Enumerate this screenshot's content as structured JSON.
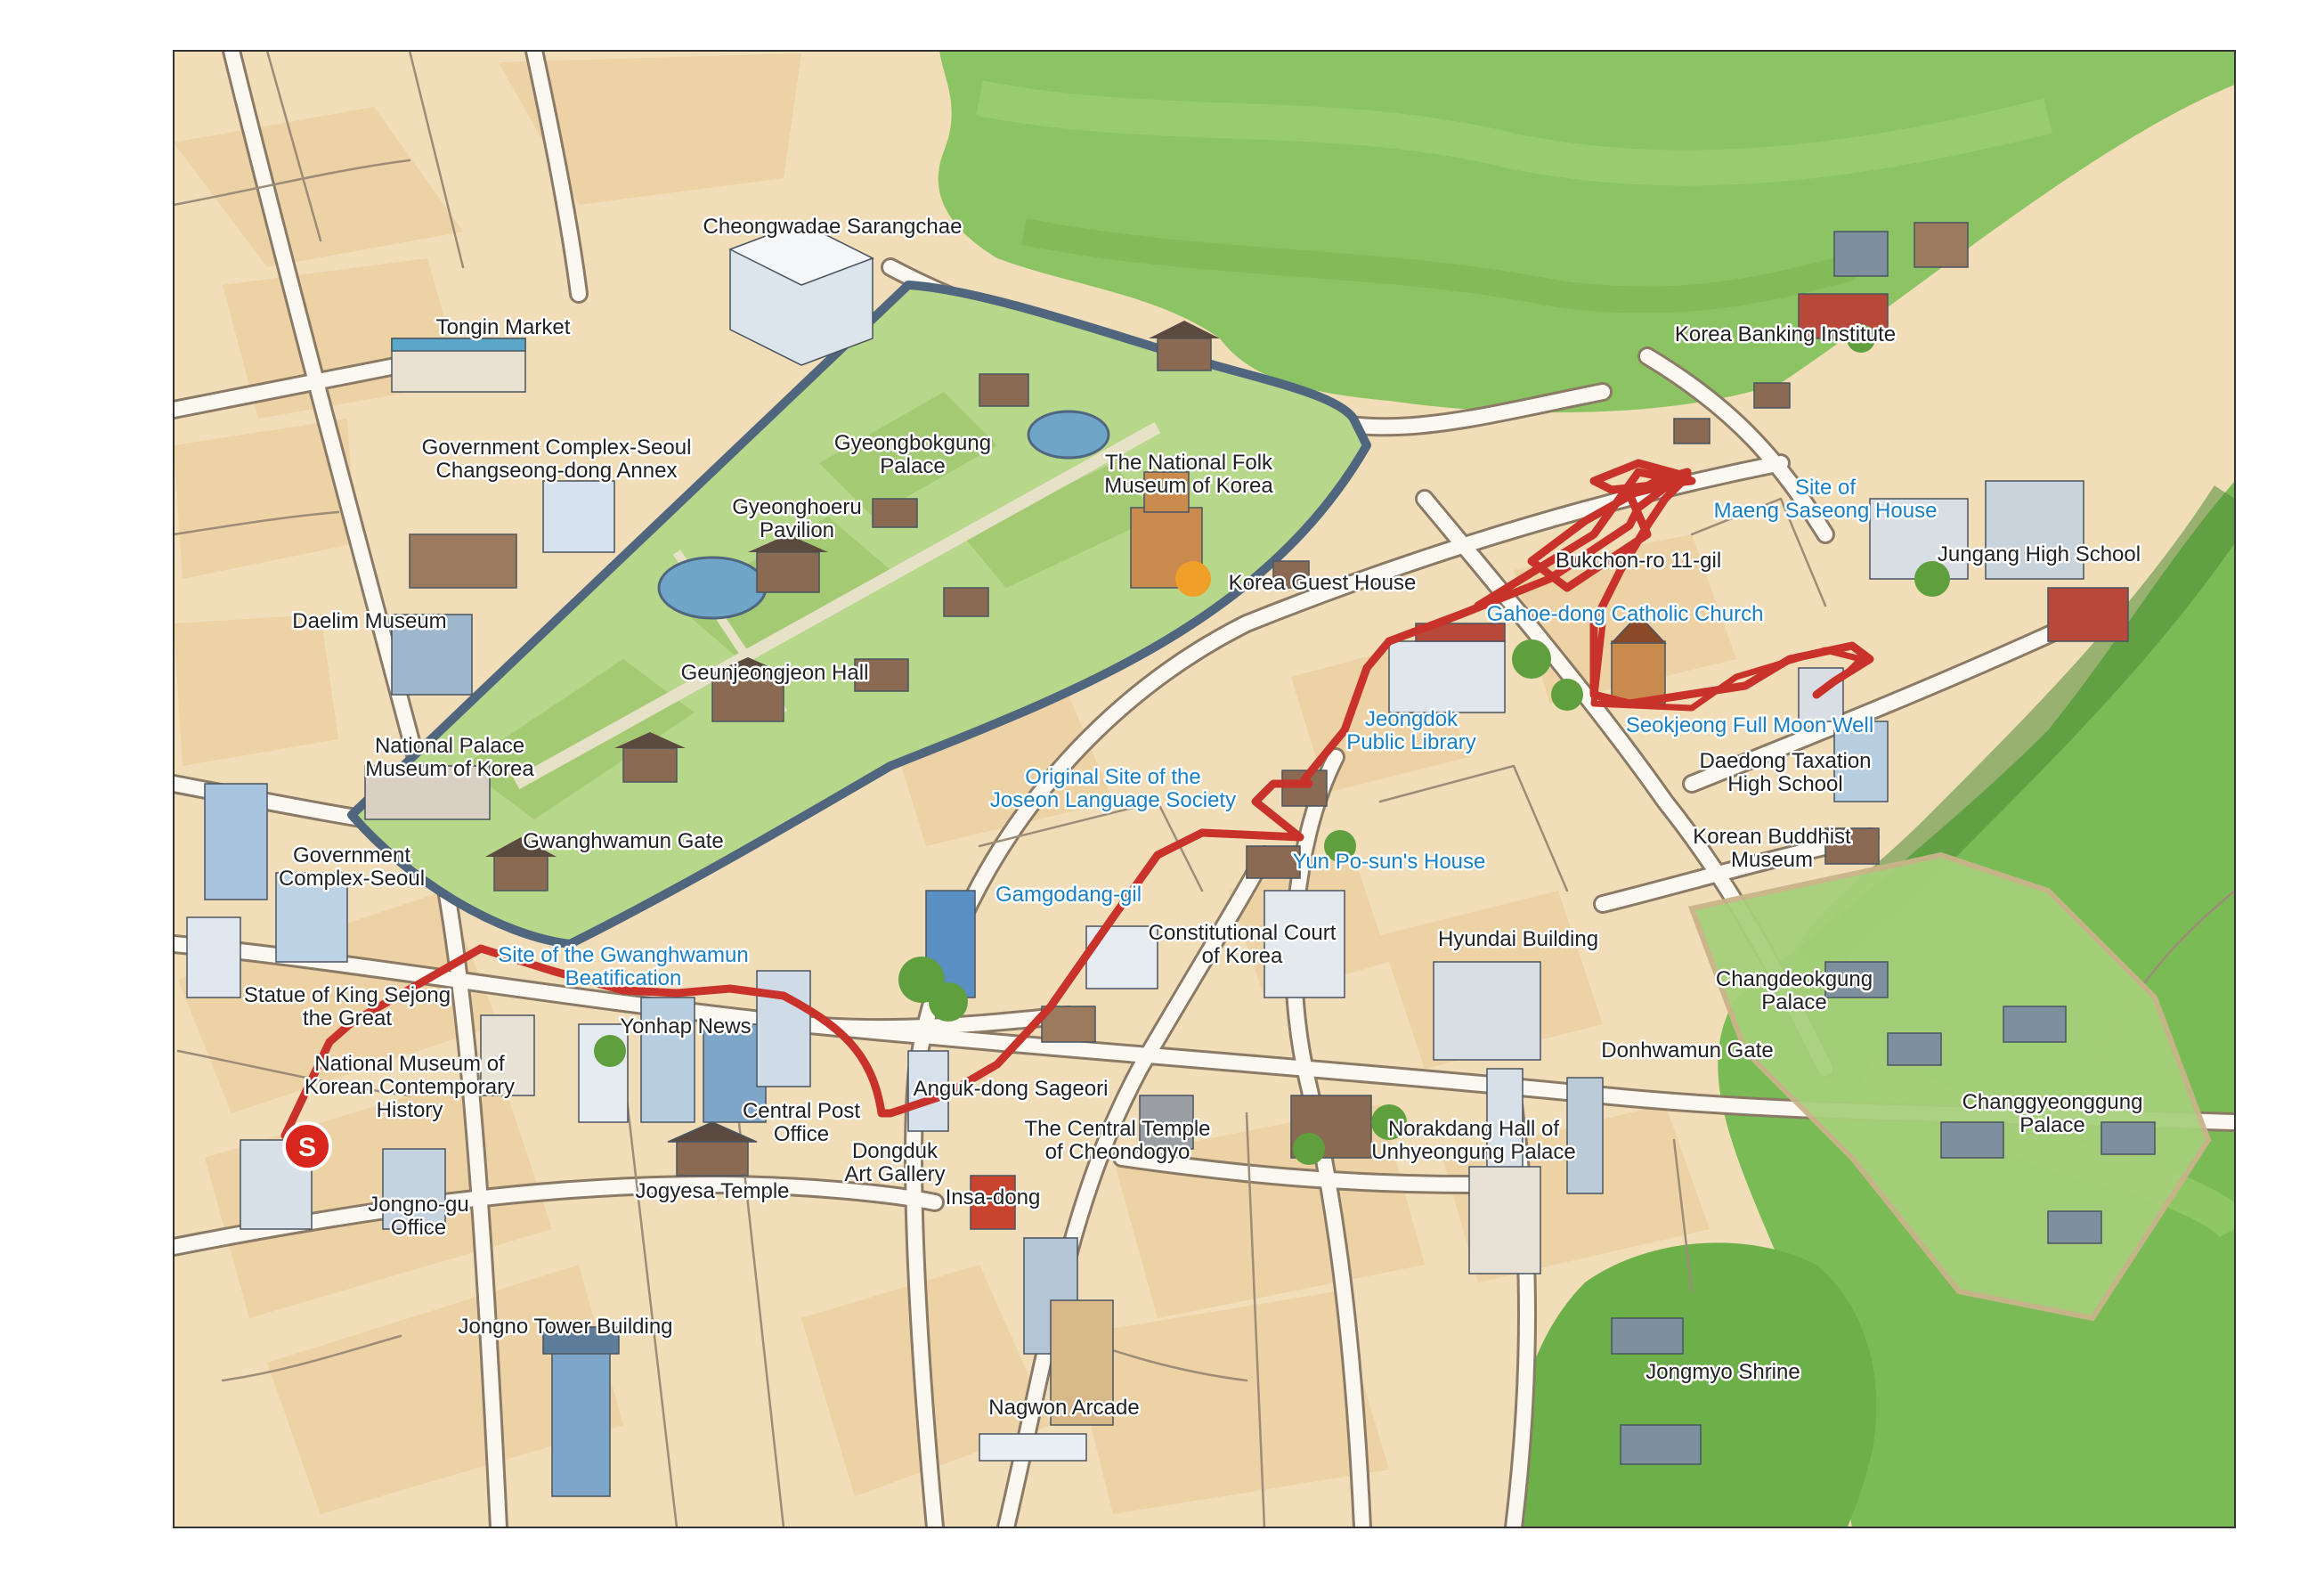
{
  "colors": {
    "ground": "#f1ddb8",
    "block": "#ecd2a4",
    "road": "#fbf8f1",
    "road_edge": "#8a7a66",
    "forest": "#8cc463",
    "forest_dark": "#5f9f3e",
    "palace_lawn": "#b7d78a",
    "palace_wall": "#50667e",
    "route": "#c8322a",
    "label_blue": "#1a7fc4",
    "start_marker": "#d9261c"
  },
  "start_marker": {
    "letter": "S"
  },
  "landmarks": [
    {
      "key": "cheongwadae",
      "text": [
        "Cheongwadae Sarangchae"
      ],
      "style": "black"
    },
    {
      "key": "tongin",
      "text": [
        "Tongin Market"
      ],
      "style": "black"
    },
    {
      "key": "gov_annex",
      "text": [
        "Government Complex-Seoul",
        "Changseong-dong Annex"
      ],
      "style": "black"
    },
    {
      "key": "daelim",
      "text": [
        "Daelim Museum"
      ],
      "style": "black"
    },
    {
      "key": "gyeonghoeru",
      "text": [
        "Gyeonghoeru",
        "Pavilion"
      ],
      "style": "black"
    },
    {
      "key": "gyeongbokgung",
      "text": [
        "Gyeongbokgung",
        "Palace"
      ],
      "style": "black"
    },
    {
      "key": "folk_museum",
      "text": [
        "The National Folk",
        "Museum of Korea"
      ],
      "style": "black"
    },
    {
      "key": "geunjeongjeon",
      "text": [
        "Geunjeongjeon Hall"
      ],
      "style": "black"
    },
    {
      "key": "palace_museum",
      "text": [
        "National Palace",
        "Museum of Korea"
      ],
      "style": "black"
    },
    {
      "key": "gwanghwamun_gate",
      "text": [
        "Gwanghwamun Gate"
      ],
      "style": "black"
    },
    {
      "key": "gov_complex",
      "text": [
        "Government",
        "Complex-Seoul"
      ],
      "style": "black"
    },
    {
      "key": "gwanghwamun_site",
      "text": [
        "Site of the Gwanghwamun",
        "Beatification"
      ],
      "style": "blue"
    },
    {
      "key": "sejong",
      "text": [
        "Statue of King Sejong",
        "the Great"
      ],
      "style": "black"
    },
    {
      "key": "contemporary",
      "text": [
        "National Museum of",
        "Korean Contemporary",
        "History"
      ],
      "style": "black"
    },
    {
      "key": "yonhap",
      "text": [
        "Yonhap News"
      ],
      "style": "black"
    },
    {
      "key": "central_post",
      "text": [
        "Central Post",
        "Office"
      ],
      "style": "black"
    },
    {
      "key": "jogyesa",
      "text": [
        "Jogyesa Temple"
      ],
      "style": "black"
    },
    {
      "key": "jongno_office",
      "text": [
        "Jongno-gu",
        "Office"
      ],
      "style": "black"
    },
    {
      "key": "jongno_tower",
      "text": [
        "Jongno Tower Building"
      ],
      "style": "black"
    },
    {
      "key": "korea_guest",
      "text": [
        "Korea Guest House"
      ],
      "style": "black"
    },
    {
      "key": "joseon_lang",
      "text": [
        "Original Site of the",
        "Joseon Language Society"
      ],
      "style": "blue"
    },
    {
      "key": "gamgodang",
      "text": [
        "Gamgodang-gil"
      ],
      "style": "blue"
    },
    {
      "key": "dongduk",
      "text": [
        "Dongduk",
        "Art Gallery"
      ],
      "style": "black"
    },
    {
      "key": "anguk",
      "text": [
        "Anguk-dong Sageori"
      ],
      "style": "black"
    },
    {
      "key": "cheondogyo",
      "text": [
        "The Central Temple",
        "of Cheondogyo"
      ],
      "style": "black"
    },
    {
      "key": "insadong",
      "text": [
        "Insa-dong"
      ],
      "style": "black"
    },
    {
      "key": "nagwon",
      "text": [
        "Nagwon Arcade"
      ],
      "style": "black"
    },
    {
      "key": "yun_posun",
      "text": [
        "Yun Po-sun's House"
      ],
      "style": "blue"
    },
    {
      "key": "constitutional",
      "text": [
        "Constitutional Court",
        "of Korea"
      ],
      "style": "black"
    },
    {
      "key": "jeongdok",
      "text": [
        "Jeongdok",
        "Public Library"
      ],
      "style": "blue"
    },
    {
      "key": "gahoe",
      "text": [
        "Gahoe-dong Catholic Church"
      ],
      "style": "blue"
    },
    {
      "key": "bukchon",
      "text": [
        "Bukchon-ro 11-gil"
      ],
      "style": "black"
    },
    {
      "key": "maeng",
      "text": [
        "Site of",
        "Maeng Saseong House"
      ],
      "style": "blue"
    },
    {
      "key": "korea_banking",
      "text": [
        "Korea Banking Institute"
      ],
      "style": "black"
    },
    {
      "key": "jungang",
      "text": [
        "Jungang High School"
      ],
      "style": "black"
    },
    {
      "key": "seokjeong",
      "text": [
        "Seokjeong Full Moon Well"
      ],
      "style": "blue"
    },
    {
      "key": "daedong",
      "text": [
        "Daedong Taxation",
        "High School"
      ],
      "style": "black"
    },
    {
      "key": "buddhist",
      "text": [
        "Korean Buddhist",
        "Museum"
      ],
      "style": "black"
    },
    {
      "key": "hyundai",
      "text": [
        "Hyundai Building"
      ],
      "style": "black"
    },
    {
      "key": "changdeokgung",
      "text": [
        "Changdeokgung",
        "Palace"
      ],
      "style": "black"
    },
    {
      "key": "donhwamun",
      "text": [
        "Donhwamun Gate"
      ],
      "style": "black"
    },
    {
      "key": "changgyeonggung",
      "text": [
        "Changgyeonggung",
        "Palace"
      ],
      "style": "black"
    },
    {
      "key": "norakdang",
      "text": [
        "Norakdang Hall of",
        "Unhyeongung Palace"
      ],
      "style": "black"
    },
    {
      "key": "jongmyo",
      "text": [
        "Jongmyo Shrine"
      ],
      "style": "black"
    }
  ]
}
